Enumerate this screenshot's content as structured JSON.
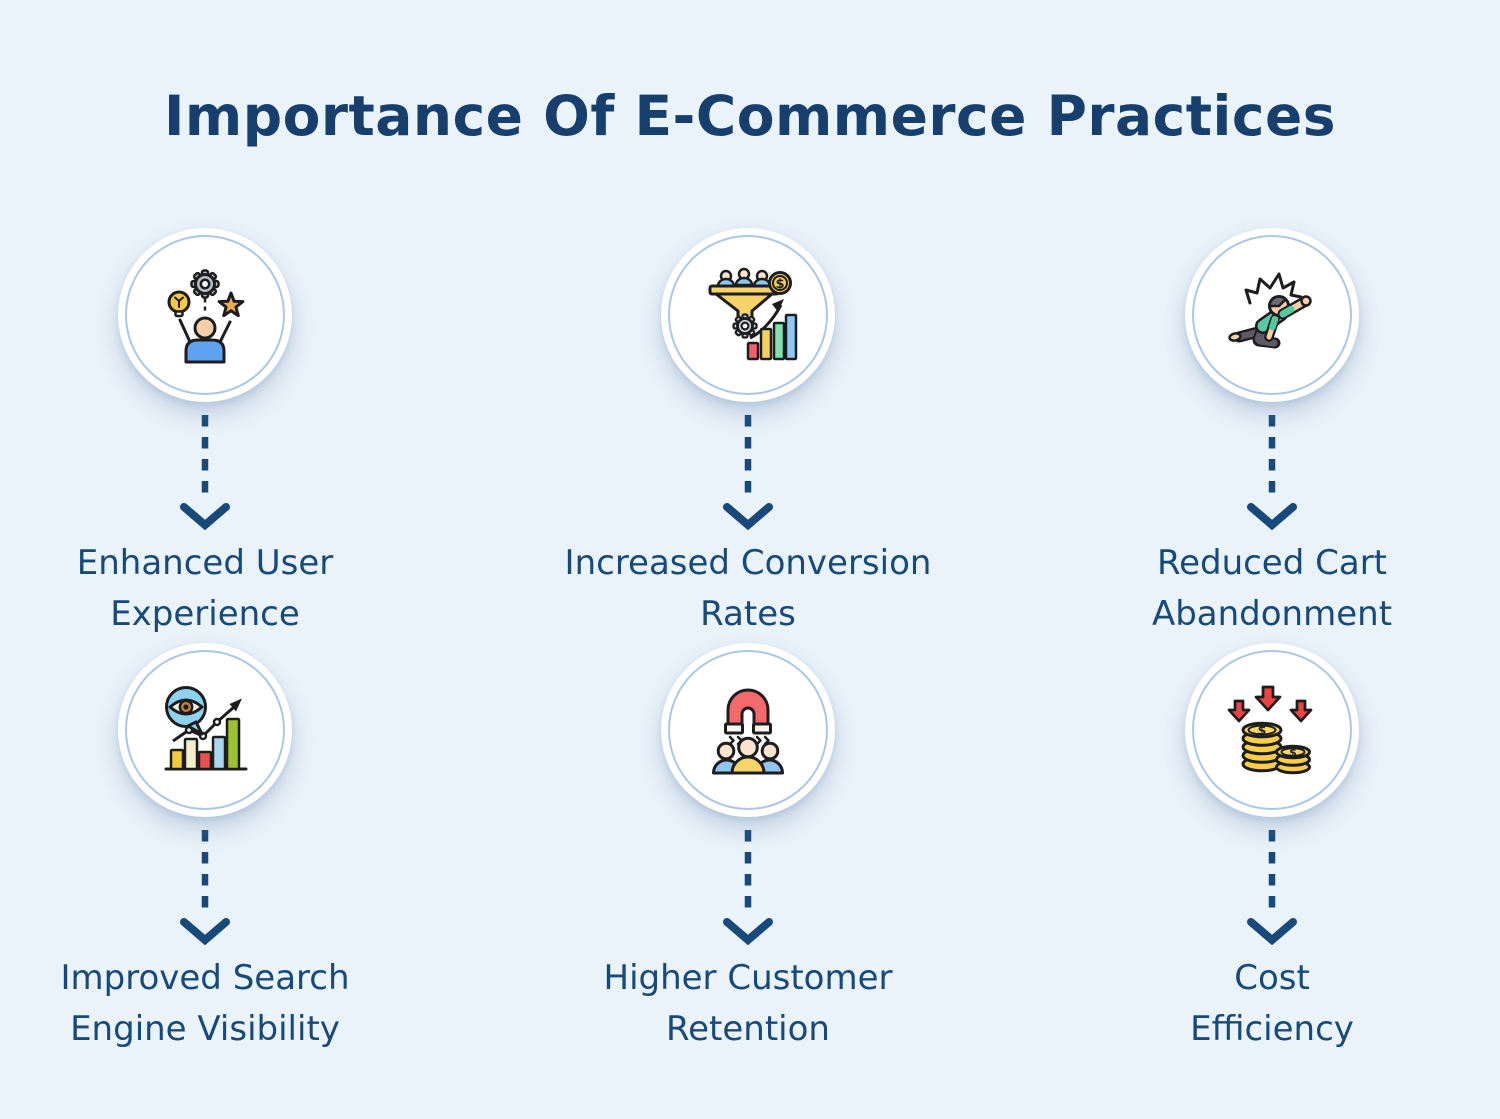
{
  "page": {
    "title": "Importance Of E-Commerce Practices"
  },
  "theme": {
    "background": "#eaf2fa",
    "title_color": "#163f6e",
    "label_color": "#17497a",
    "arrow_color": "#17497a",
    "ring_color": "#abc7e4",
    "circle_fill": "#ffffff"
  },
  "cards": [
    {
      "label": "Enhanced User\nExperience",
      "icon": "user-innovation-icon"
    },
    {
      "label": "Increased Conversion\nRates",
      "icon": "conversion-funnel-chart-icon"
    },
    {
      "label": "Reduced Cart\nAbandonment",
      "icon": "crawling-person-icon"
    },
    {
      "label": "Improved Search\nEngine Visibility",
      "icon": "eye-analytics-icon"
    },
    {
      "label": "Higher Customer\nRetention",
      "icon": "magnet-customers-icon"
    },
    {
      "label": "Cost\nEfficiency",
      "icon": "coins-cost-reduction-icon"
    }
  ]
}
